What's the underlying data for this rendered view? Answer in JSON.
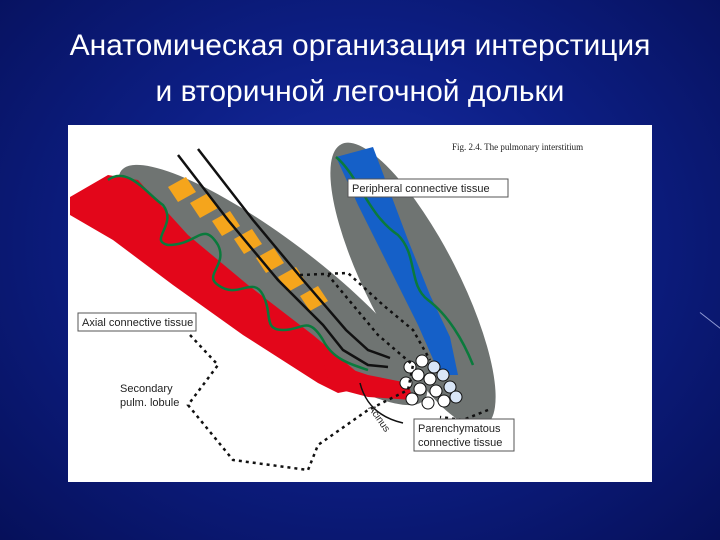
{
  "slide": {
    "title_line1": "Анатомическая организация интерстиция",
    "title_line2": "и вторичной легочной дольки"
  },
  "figure": {
    "caption": "Fig. 2.4. The pulmonary interstitium",
    "labels": {
      "peripheral": "Peripheral connective tissue",
      "axial": "Axial connective tissue",
      "secondary_line1": "Secondary",
      "secondary_line2": "pulm. lobule",
      "acinus": "Acinus",
      "parenchymatous_line1": "Parenchymatous",
      "parenchymatous_line2": "connective tissue"
    },
    "colors": {
      "lobule": "#6f7472",
      "artery": "#e3061a",
      "vein": "#1560c8",
      "bronchus_cartilage": "#f5a51c",
      "lymphatic": "#0a7a3c",
      "outline": "#111111"
    }
  }
}
